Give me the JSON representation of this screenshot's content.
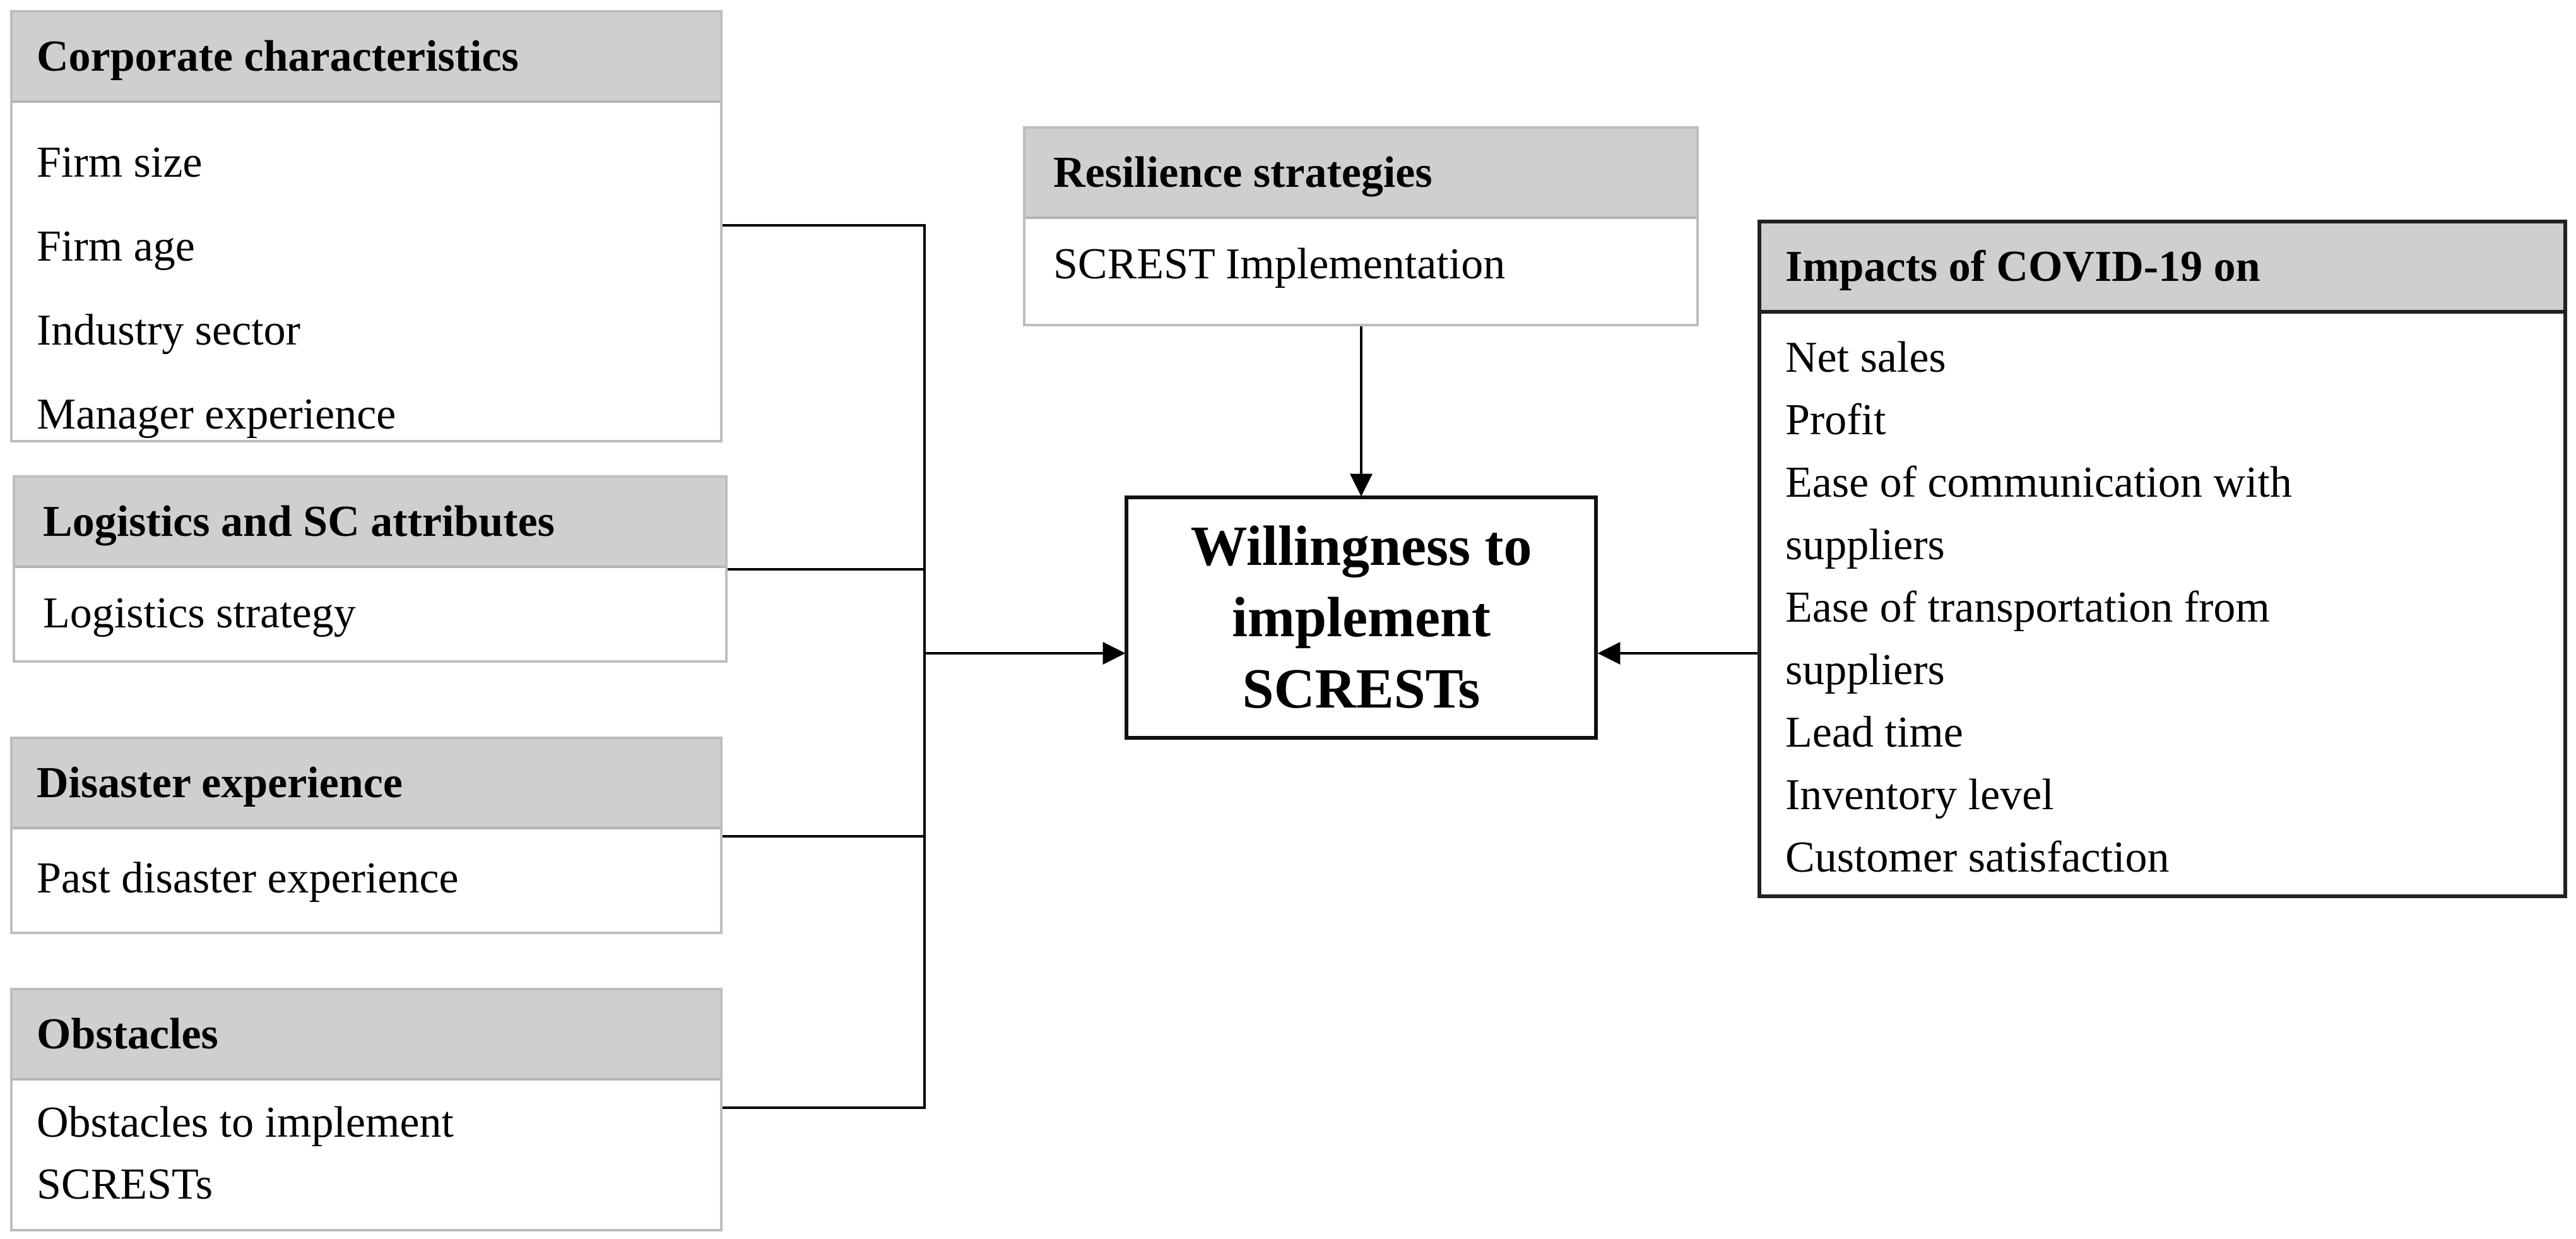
{
  "corporate": {
    "title": "Corporate characteristics",
    "items": [
      "Firm size",
      "Firm age",
      "Industry sector",
      "Manager experience"
    ]
  },
  "logistics": {
    "title": "Logistics and SC attributes",
    "items": [
      "Logistics strategy"
    ]
  },
  "disaster": {
    "title": "Disaster experience",
    "items": [
      "Past disaster experience"
    ]
  },
  "obstacles": {
    "title": "Obstacles",
    "items": [
      "Obstacles to implement SCRESTs"
    ]
  },
  "resilience": {
    "title": "Resilience strategies",
    "items": [
      "SCREST Implementation"
    ]
  },
  "covid": {
    "title": "Impacts of COVID-19 on",
    "items": [
      "Net sales",
      "Profit",
      "Ease of communication with suppliers",
      "Ease of transportation from suppliers",
      "Lead time",
      "Inventory level",
      "Customer satisfaction"
    ]
  },
  "outcome": {
    "lines": [
      "Willingness to",
      "implement",
      "SCRESTs"
    ]
  }
}
